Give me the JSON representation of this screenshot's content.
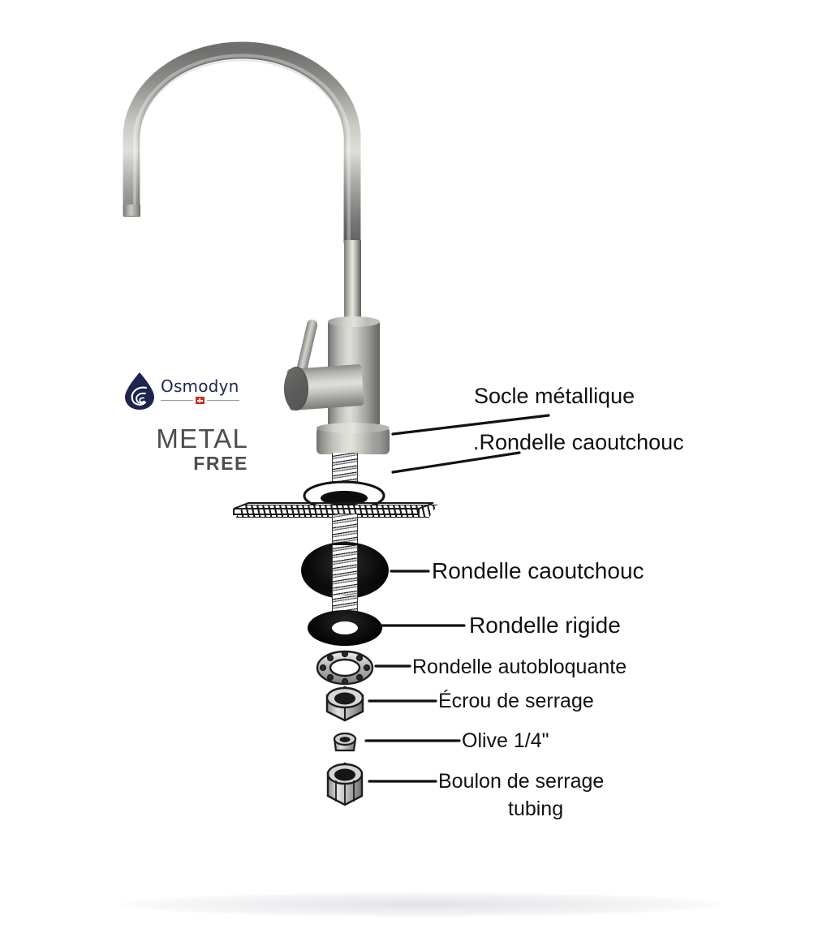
{
  "document": {
    "title": "Osmodyn robinet METAL FREE - schéma de montage",
    "language": "fr"
  },
  "brand": {
    "name": "Osmodyn",
    "drop_icon": "water-drop-spiral-icon",
    "flag_icon": "swiss-flag-icon",
    "brand_color": "#1d2450",
    "flag_color": "#d32a2a",
    "tagline_line1": "METAL",
    "tagline_line2": "FREE",
    "tagline_color": "#4d4d4d"
  },
  "diagram": {
    "subject": "faucet-exploded-assembly",
    "metal_light": "#e4e4df",
    "metal_dark": "#6e6e6c",
    "rubber_color": "#000000",
    "labels": [
      {
        "id": "socle-metallique",
        "text": "Socle métallique"
      },
      {
        "id": "rondelle-caoutchouc-haut",
        "text": ".Rondelle caoutchouc"
      },
      {
        "id": "rondelle-caoutchouc-bas",
        "text": "Rondelle caoutchouc"
      },
      {
        "id": "rondelle-rigide",
        "text": "Rondelle rigide"
      },
      {
        "id": "rondelle-autobloquante",
        "text": "Rondelle autobloquante"
      },
      {
        "id": "ecrou-de-serrage",
        "text": "Écrou de serrage"
      },
      {
        "id": "olive",
        "text": "Olive 1/4\""
      },
      {
        "id": "boulon-de-serrage",
        "text": "Boulon  de serrage"
      },
      {
        "id": "boulon-de-serrage-l2",
        "text": "tubing"
      }
    ],
    "parts": [
      {
        "id": "spout",
        "name": "gooseneck-spout"
      },
      {
        "id": "lever-handle",
        "name": "lever-handle"
      },
      {
        "id": "valve-body",
        "name": "valve-body"
      },
      {
        "id": "base-flange",
        "name": "metal-base-flange"
      },
      {
        "id": "threaded-shank",
        "name": "threaded-shank"
      },
      {
        "id": "countertop",
        "name": "countertop-slab"
      },
      {
        "id": "rubber-washer",
        "name": "rubber-washer"
      },
      {
        "id": "rigid-washer",
        "name": "rigid-washer"
      },
      {
        "id": "lock-washer",
        "name": "self-locking-washer"
      },
      {
        "id": "hex-nut",
        "name": "hex-clamping-nut"
      },
      {
        "id": "olive-ferrule",
        "name": "olive-ferrule"
      },
      {
        "id": "tubing-nut",
        "name": "tubing-clamping-bolt"
      }
    ]
  }
}
